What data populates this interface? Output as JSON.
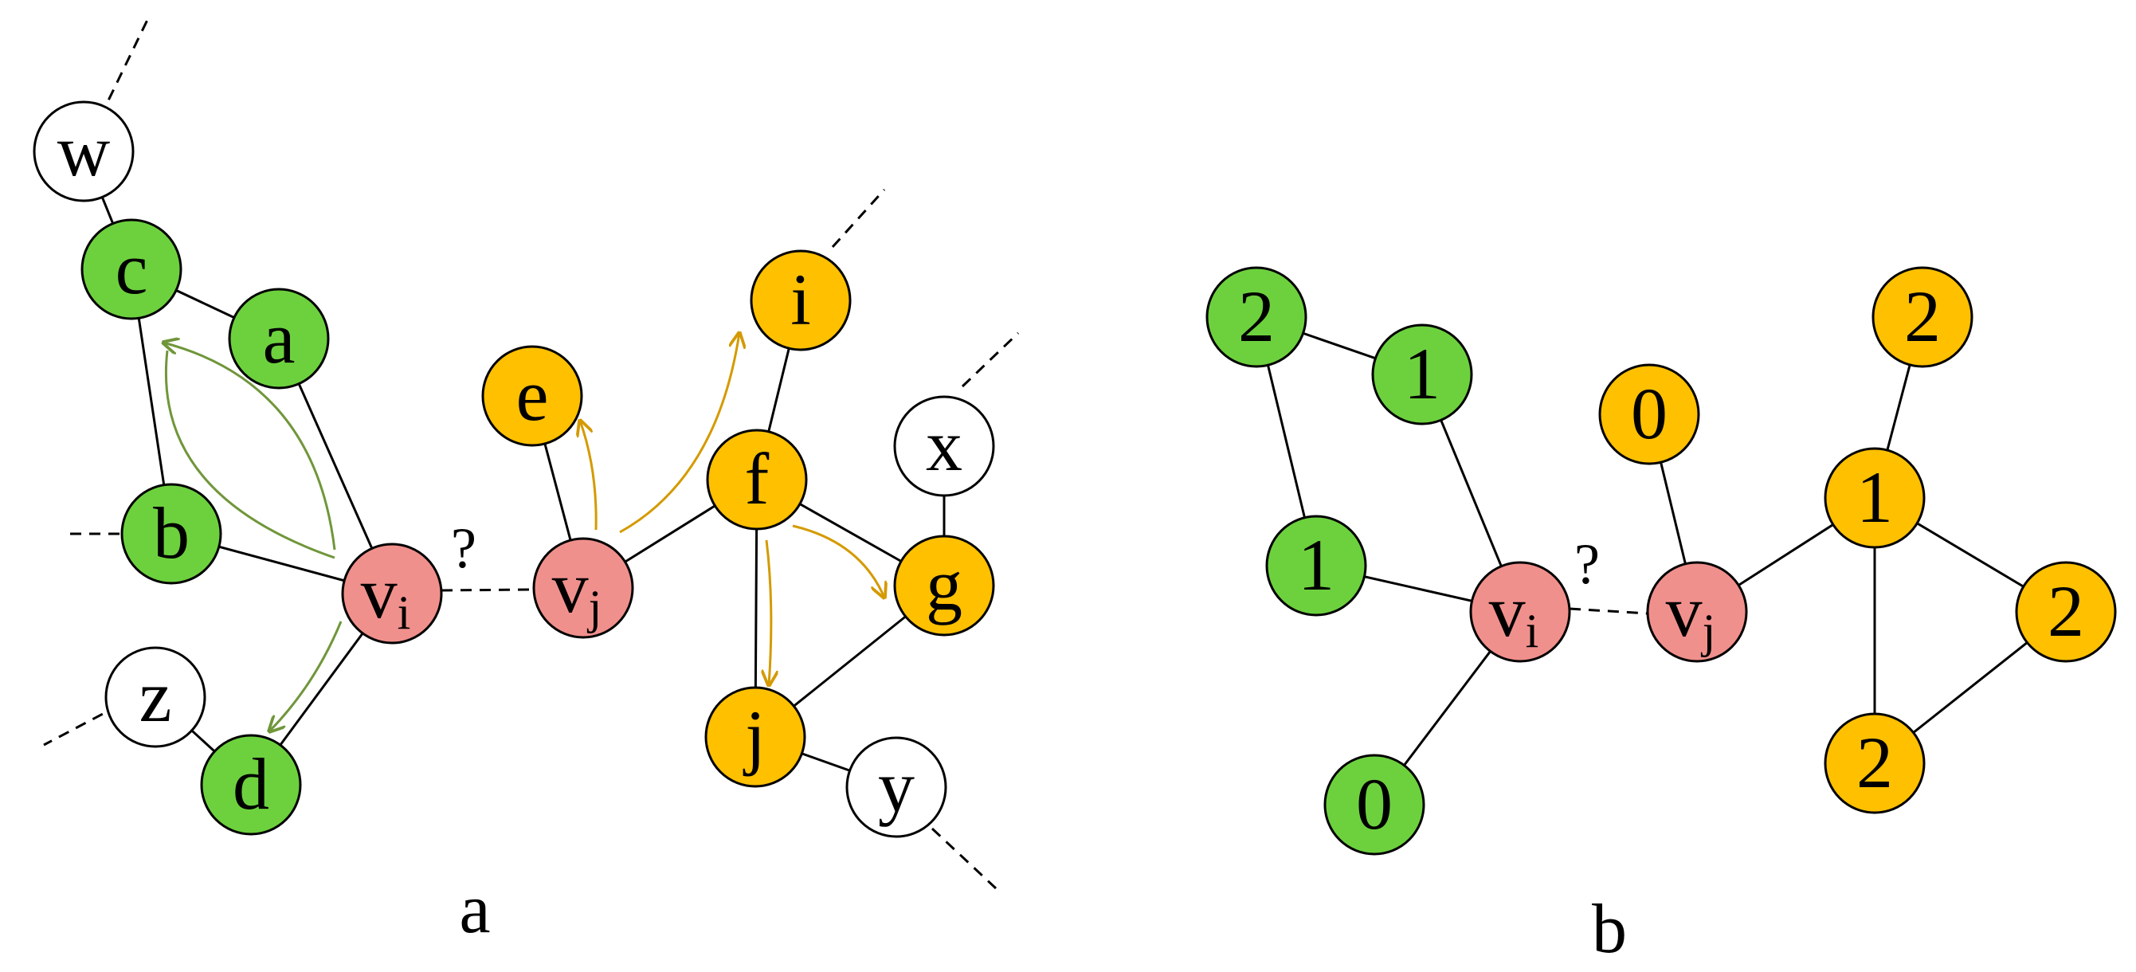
{
  "colors": {
    "green": "#6dd13e",
    "orange": "#ffc000",
    "pink": "#f0908c",
    "white": "#ffffff",
    "stroke": "#000000",
    "arrow_green": "#70963a",
    "arrow_orange": "#d49a00"
  },
  "panel_a": {
    "label": "a",
    "question": "?",
    "nodes": {
      "w": {
        "label": "w",
        "sub": "",
        "color": "white"
      },
      "c": {
        "label": "c",
        "sub": "",
        "color": "green"
      },
      "a": {
        "label": "a",
        "sub": "",
        "color": "green"
      },
      "b": {
        "label": "b",
        "sub": "",
        "color": "green"
      },
      "vi": {
        "label": "v",
        "sub": "i",
        "color": "pink"
      },
      "vj": {
        "label": "v",
        "sub": "j",
        "color": "pink"
      },
      "z": {
        "label": "z",
        "sub": "",
        "color": "white"
      },
      "d": {
        "label": "d",
        "sub": "",
        "color": "green"
      },
      "e": {
        "label": "e",
        "sub": "",
        "color": "orange"
      },
      "i": {
        "label": "i",
        "sub": "",
        "color": "orange"
      },
      "f": {
        "label": "f",
        "sub": "",
        "color": "orange"
      },
      "x": {
        "label": "x",
        "sub": "",
        "color": "white"
      },
      "g": {
        "label": "g",
        "sub": "",
        "color": "orange"
      },
      "j": {
        "label": "j",
        "sub": "",
        "color": "orange"
      },
      "y": {
        "label": "y",
        "sub": "",
        "color": "white"
      }
    },
    "edges": [
      [
        "w",
        "c"
      ],
      [
        "c",
        "a"
      ],
      [
        "c",
        "b"
      ],
      [
        "a",
        "vi"
      ],
      [
        "b",
        "vi"
      ],
      [
        "vi",
        "d"
      ],
      [
        "z",
        "d"
      ],
      [
        "vj",
        "e"
      ],
      [
        "vj",
        "f"
      ],
      [
        "f",
        "i"
      ],
      [
        "f",
        "g"
      ],
      [
        "f",
        "j"
      ],
      [
        "x",
        "g"
      ],
      [
        "g",
        "j"
      ],
      [
        "j",
        "y"
      ]
    ],
    "dashed_edges": [
      [
        "vi",
        "vj"
      ]
    ],
    "open_ends": [
      "w",
      "b",
      "z",
      "i",
      "x",
      "y"
    ]
  },
  "panel_b": {
    "label": "b",
    "question": "?",
    "nodes": {
      "n2a": {
        "label": "2",
        "sub": "",
        "color": "green"
      },
      "n1a": {
        "label": "1",
        "sub": "",
        "color": "green"
      },
      "n1b": {
        "label": "1",
        "sub": "",
        "color": "green"
      },
      "vi": {
        "label": "v",
        "sub": "i",
        "color": "pink"
      },
      "n0a": {
        "label": "0",
        "sub": "",
        "color": "green"
      },
      "n0b": {
        "label": "0",
        "sub": "",
        "color": "orange"
      },
      "vj": {
        "label": "v",
        "sub": "j",
        "color": "pink"
      },
      "n2b": {
        "label": "2",
        "sub": "",
        "color": "orange"
      },
      "n1c": {
        "label": "1",
        "sub": "",
        "color": "orange"
      },
      "n2c": {
        "label": "2",
        "sub": "",
        "color": "orange"
      },
      "n2d": {
        "label": "2",
        "sub": "",
        "color": "orange"
      }
    },
    "edges": [
      [
        "n2a",
        "n1a"
      ],
      [
        "n2a",
        "n1b"
      ],
      [
        "n1a",
        "vi"
      ],
      [
        "n1b",
        "vi"
      ],
      [
        "vi",
        "n0a"
      ],
      [
        "vj",
        "n0b"
      ],
      [
        "vj",
        "n1c"
      ],
      [
        "n1c",
        "n2b"
      ],
      [
        "n1c",
        "n2c"
      ],
      [
        "n1c",
        "n2d"
      ],
      [
        "n2c",
        "n2d"
      ]
    ],
    "dashed_edges": [
      [
        "vi",
        "vj"
      ]
    ]
  }
}
